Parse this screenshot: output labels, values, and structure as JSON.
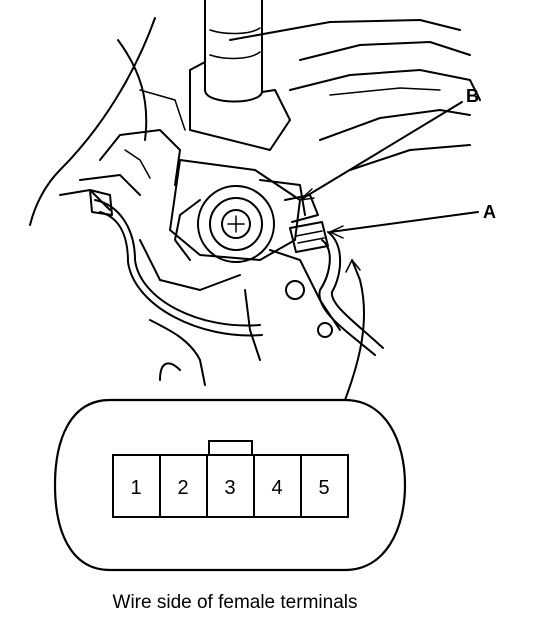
{
  "callouts": {
    "a": "A",
    "b": "B"
  },
  "connector": {
    "terminals": [
      "1",
      "2",
      "3",
      "4",
      "5"
    ]
  },
  "caption": "Wire side of female terminals",
  "colors": {
    "ink": "#000000",
    "paper": "#ffffff"
  }
}
